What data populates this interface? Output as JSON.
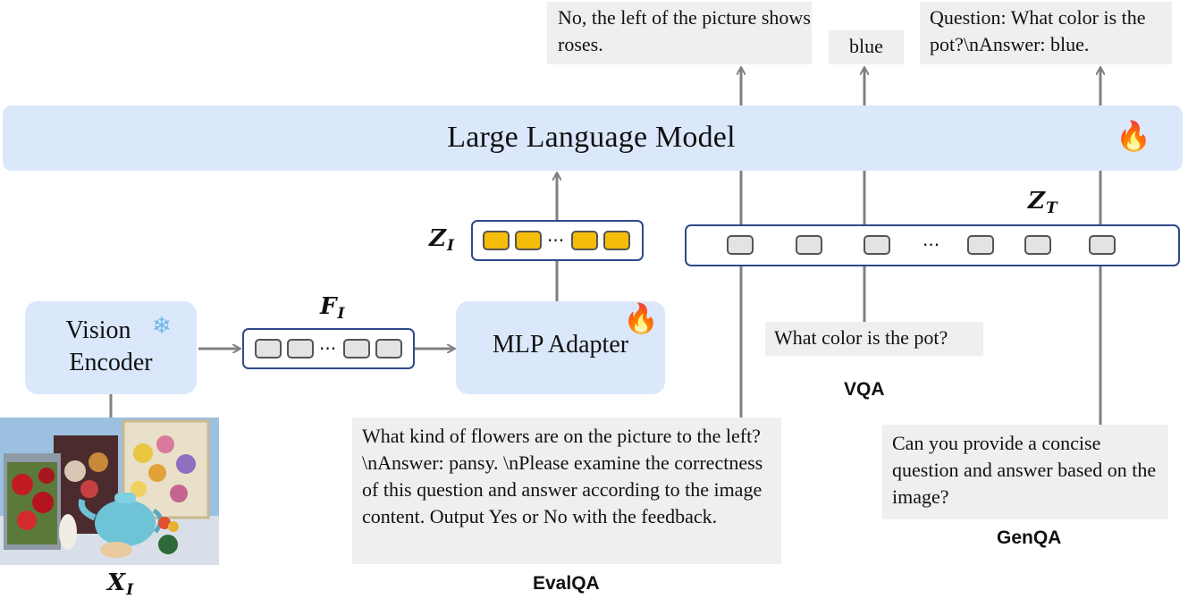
{
  "llm": {
    "label": "Large Language Model",
    "icon": "fire-icon"
  },
  "vision_encoder": {
    "label_line1": "Vision",
    "label_line2": "Encoder",
    "icon": "snowflake-icon"
  },
  "mlp_adapter": {
    "label": "MLP Adapter",
    "icon": "fire-icon"
  },
  "symbols": {
    "f_i": {
      "base": "F",
      "sub": "I"
    },
    "z_i": {
      "base": "Z",
      "sub": "I"
    },
    "z_t": {
      "base": "Z",
      "sub": "T"
    },
    "x_i": {
      "base": "X",
      "sub": "I"
    }
  },
  "ellipsis": "···",
  "outputs": {
    "evalqa": "No, the left of the picture shows roses.",
    "vqa": "blue",
    "genqa": "Question: What color is the pot?\\nAnswer: blue."
  },
  "inputs": {
    "evalqa": "What kind of flowers are on the picture to the left?\\nAnswer: pansy. \\nPlease examine the correctness of this question and answer according to the image content. Output Yes or No with the feedback.",
    "vqa": "What color is the pot?",
    "genqa": "Can you provide a concise question and answer based on the image?"
  },
  "task_labels": {
    "evalqa": "EvalQA",
    "vqa": "VQA",
    "genqa": "GenQA"
  },
  "colors": {
    "block_fill": "#dbe8fb",
    "token_border": "#2f4a8a",
    "visual_token": "#f5bd0a",
    "text_token": "#e3e3e3",
    "text_box": "#efefef",
    "arrow": "#808080"
  }
}
